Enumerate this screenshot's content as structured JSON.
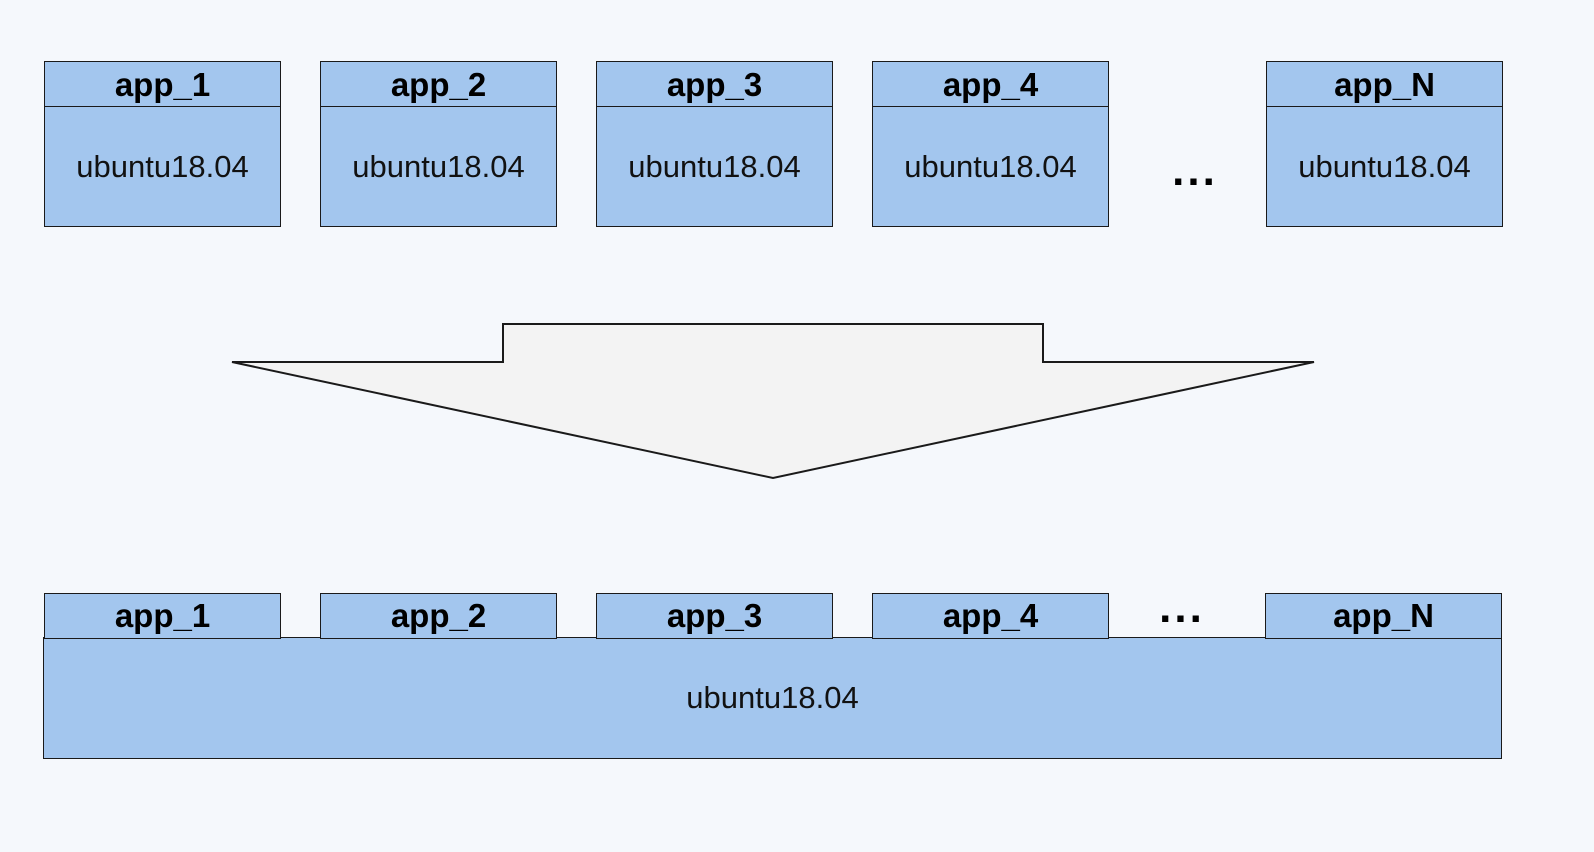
{
  "top_row": {
    "apps": [
      {
        "name": "app_1",
        "os": "ubuntu18.04"
      },
      {
        "name": "app_2",
        "os": "ubuntu18.04"
      },
      {
        "name": "app_3",
        "os": "ubuntu18.04"
      },
      {
        "name": "app_4",
        "os": "ubuntu18.04"
      },
      {
        "name": "app_N",
        "os": "ubuntu18.04"
      }
    ],
    "ellipsis": "..."
  },
  "bottom_row": {
    "apps": [
      {
        "name": "app_1"
      },
      {
        "name": "app_2"
      },
      {
        "name": "app_3"
      },
      {
        "name": "app_4"
      },
      {
        "name": "app_N"
      }
    ],
    "ellipsis": "...",
    "shared_os": "ubuntu18.04"
  },
  "colors": {
    "box_fill": "#a3c6ee",
    "arrow_fill": "#f3f3f3",
    "background": "#f5f8fc",
    "stroke": "#1a1a1a"
  }
}
